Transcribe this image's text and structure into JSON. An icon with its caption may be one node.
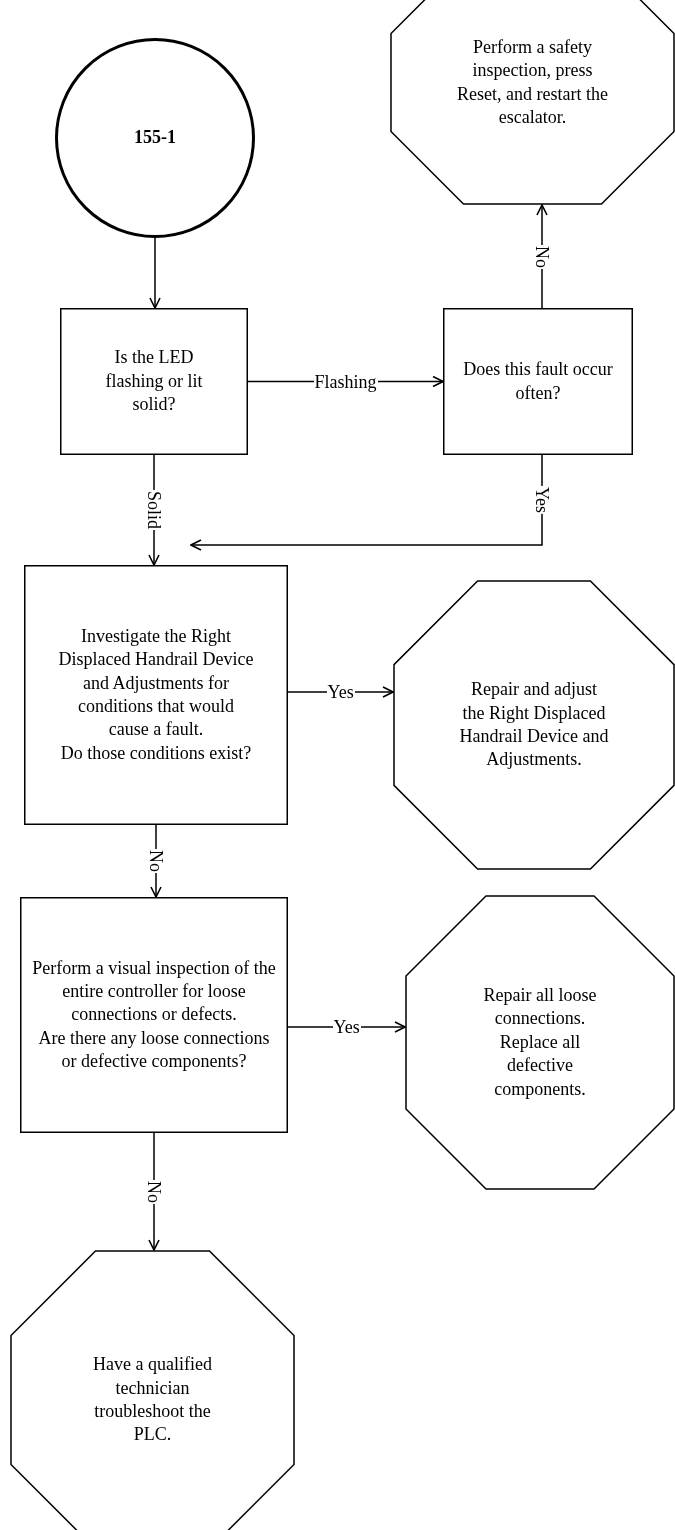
{
  "diagram": {
    "nodes": [
      {
        "text": [
          "155-1"
        ]
      },
      {
        "text": [
          "Is the LED flashing or lit solid?"
        ]
      },
      {
        "text": [
          "Does this fault occur often?"
        ]
      },
      {
        "text": [
          "Perform a safety inspection, press Reset, and restart the escalator."
        ]
      },
      {
        "text": [
          "Investigate the Right Displaced Handrail Device and Adjustments for conditions that would cause a fault.",
          "Do those conditions exist?"
        ]
      },
      {
        "text": [
          "Repair and adjust the Right Displaced Handrail Device and Adjustments."
        ]
      },
      {
        "text": [
          "Perform a visual inspection of the entire controller for loose connections or defects.",
          "Are there any loose connections or defective components?"
        ]
      },
      {
        "text": [
          "Repair all loose connections. Replace all defective components."
        ]
      },
      {
        "text": [
          "Have a qualified technician troubleshoot the PLC."
        ]
      }
    ],
    "edges": [
      {
        "from": 0,
        "to": 1,
        "arrow": "to"
      },
      {
        "from": 1,
        "to": 2,
        "arrow": "to",
        "label": "Flashing"
      },
      {
        "from": 2,
        "to": 3,
        "arrow": "to",
        "label": "No"
      },
      {
        "from": 2,
        "to": 4,
        "arrow": "to",
        "label": "Yes"
      },
      {
        "from": 1,
        "to": 4,
        "arrow": "to",
        "label": "Solid"
      },
      {
        "from": 4,
        "to": 5,
        "arrow": "to",
        "label": "Yes"
      },
      {
        "from": 4,
        "to": 6,
        "arrow": "to",
        "label": "No"
      },
      {
        "from": 6,
        "to": 7,
        "arrow": "to",
        "label": "Yes"
      },
      {
        "from": 6,
        "to": 8,
        "arrow": "to",
        "label": "No"
      }
    ]
  }
}
